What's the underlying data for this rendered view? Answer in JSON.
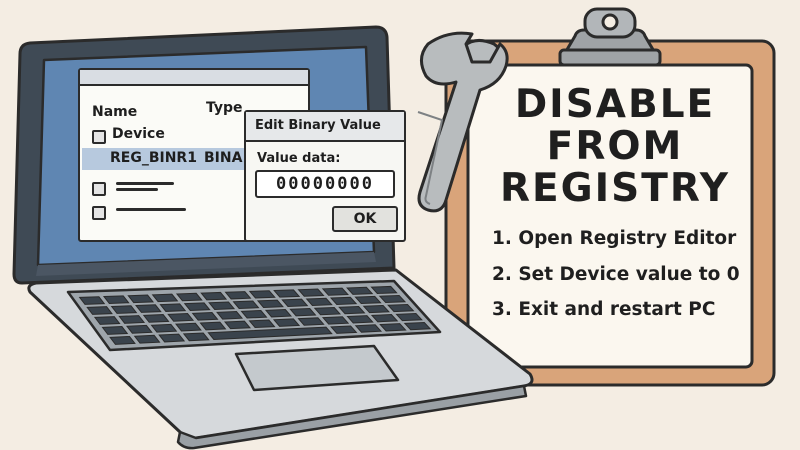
{
  "registry_window": {
    "col_name": "Name",
    "col_type": "Type",
    "row1_name": "Device",
    "row2_name": "REG_BINR1",
    "row2_type": "BINA"
  },
  "dialog": {
    "title": "Edit Binary Value",
    "value_label": "Value data:",
    "value": "00000000",
    "ok_label": "OK"
  },
  "clipboard": {
    "title_lines": [
      "DISABLE",
      "FROM",
      "REGISTRY"
    ],
    "steps": [
      "1. Open Registry Editor",
      "2. Set Device value to 0",
      "3. Exit and restart PC"
    ]
  },
  "colors": {
    "background": "#f4ede3",
    "screen": "#5f86b2",
    "clipboard_board": "#d9a47a",
    "paper": "#fbf7ef",
    "selection": "#b7c9de"
  }
}
